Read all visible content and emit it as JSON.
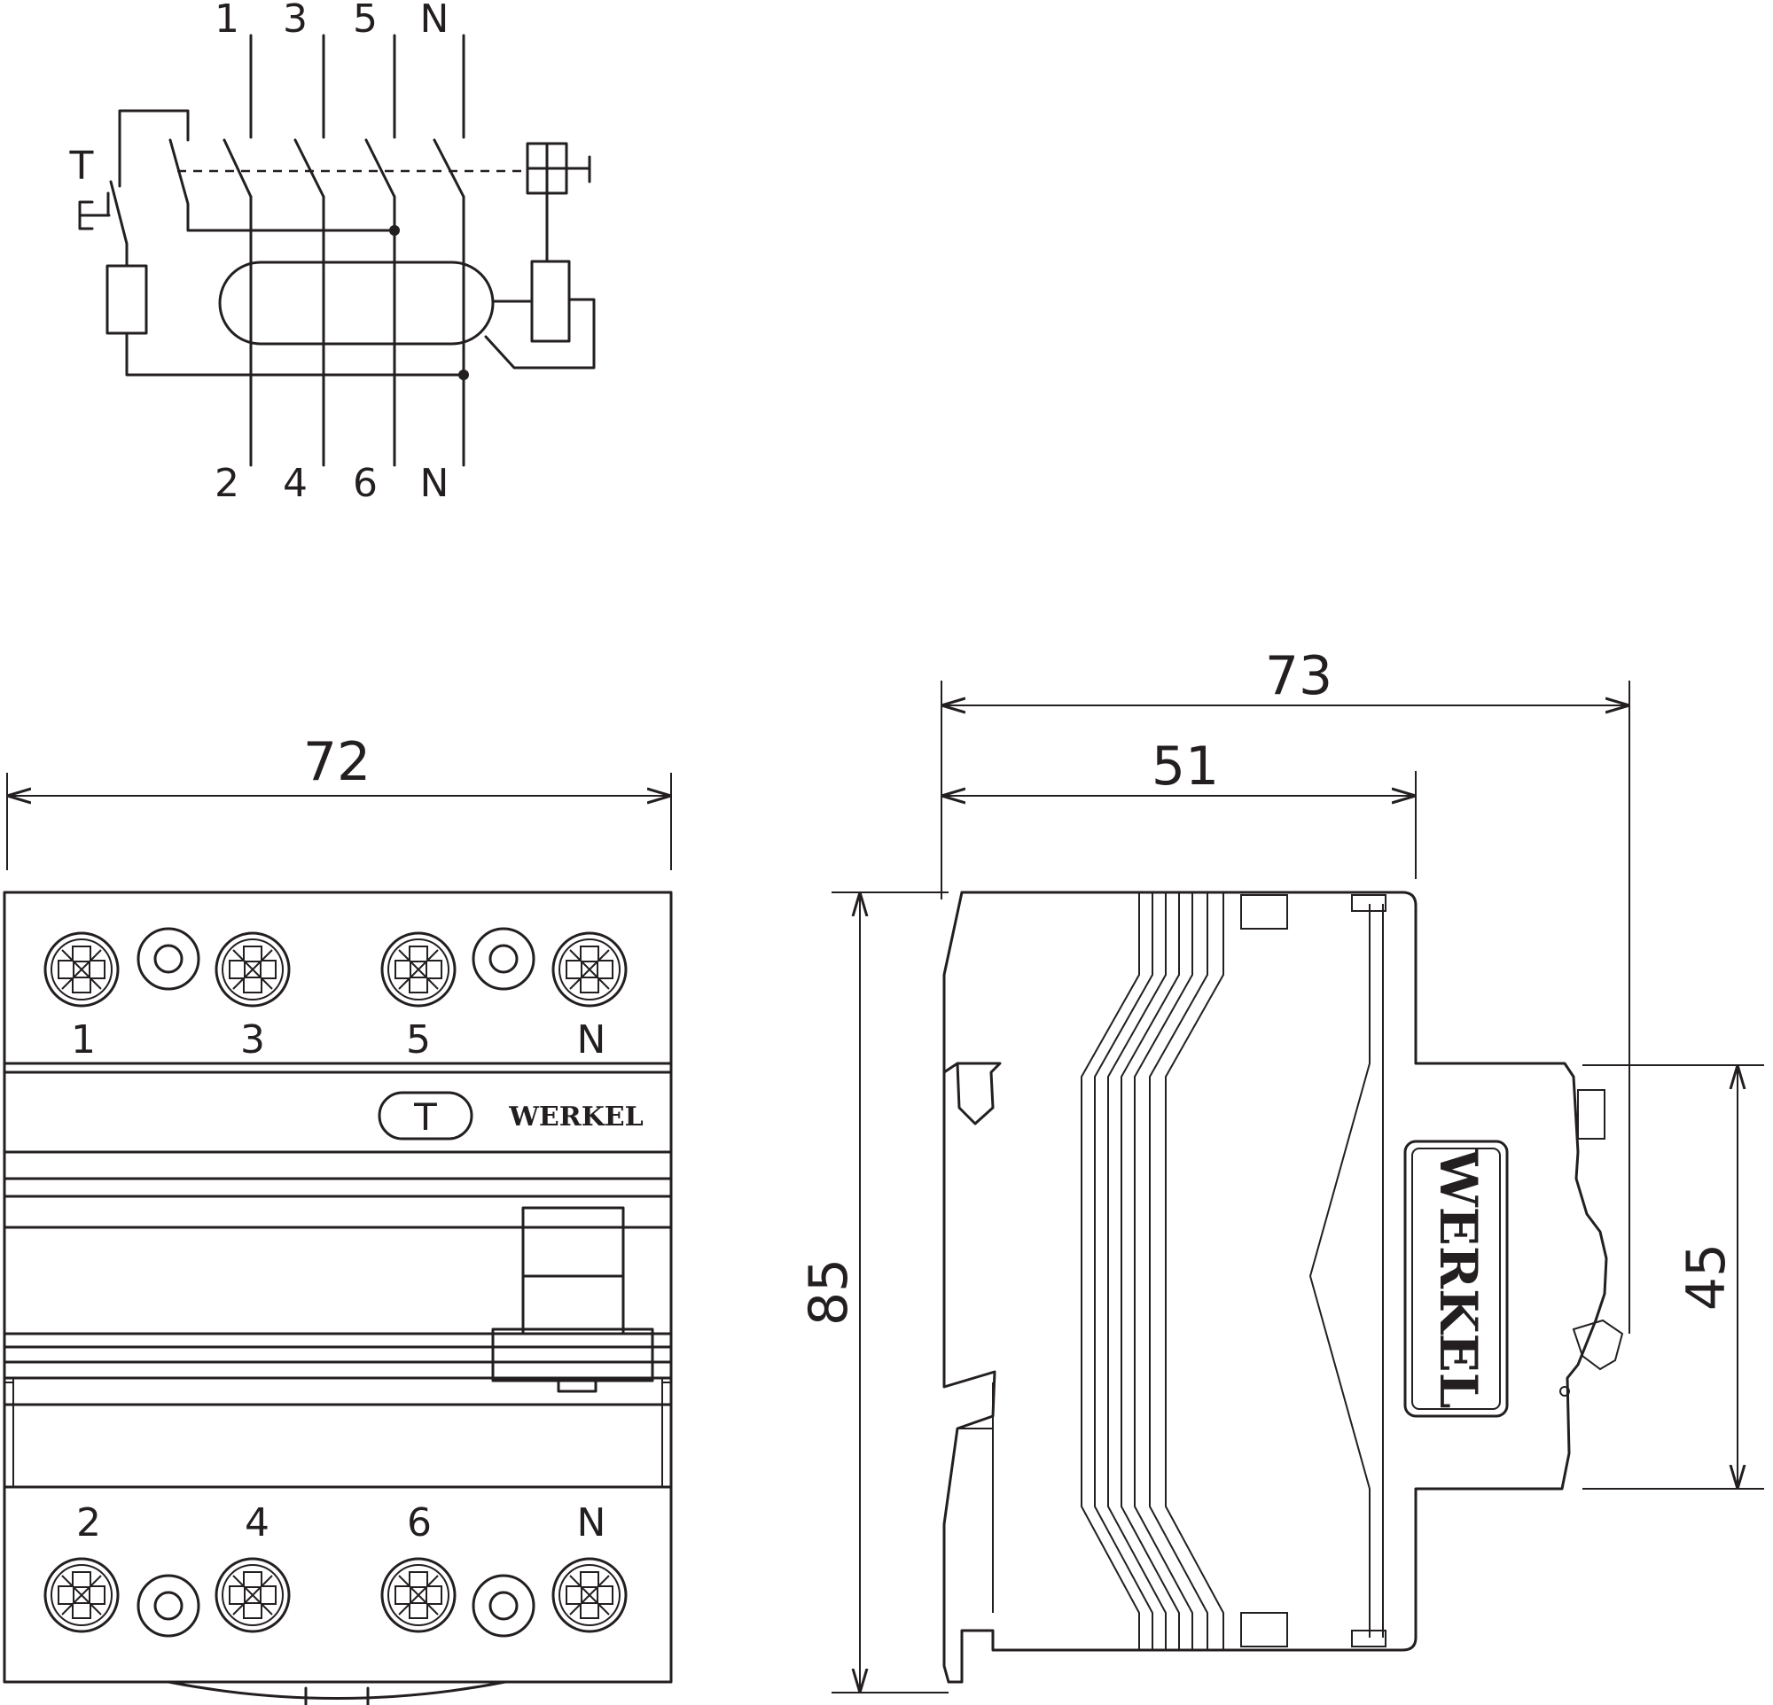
{
  "schematic": {
    "top_terminals": [
      "1",
      "3",
      "5",
      "N"
    ],
    "bottom_terminals": [
      "2",
      "4",
      "6",
      "N"
    ],
    "test_labels": [
      "T",
      "E"
    ]
  },
  "front_view": {
    "width_dim": "72",
    "top_terminals": [
      "1",
      "3",
      "5",
      "N"
    ],
    "bottom_terminals": [
      "2",
      "4",
      "6",
      "N"
    ],
    "test_button": "T",
    "brand": "WERKEL"
  },
  "side_view": {
    "depth_total_dim": "73",
    "depth_body_dim": "51",
    "height_dim": "85",
    "front_height_dim": "45",
    "brand": "WERKEL"
  },
  "colors": {
    "line": "#231f20",
    "background": "#ffffff"
  }
}
